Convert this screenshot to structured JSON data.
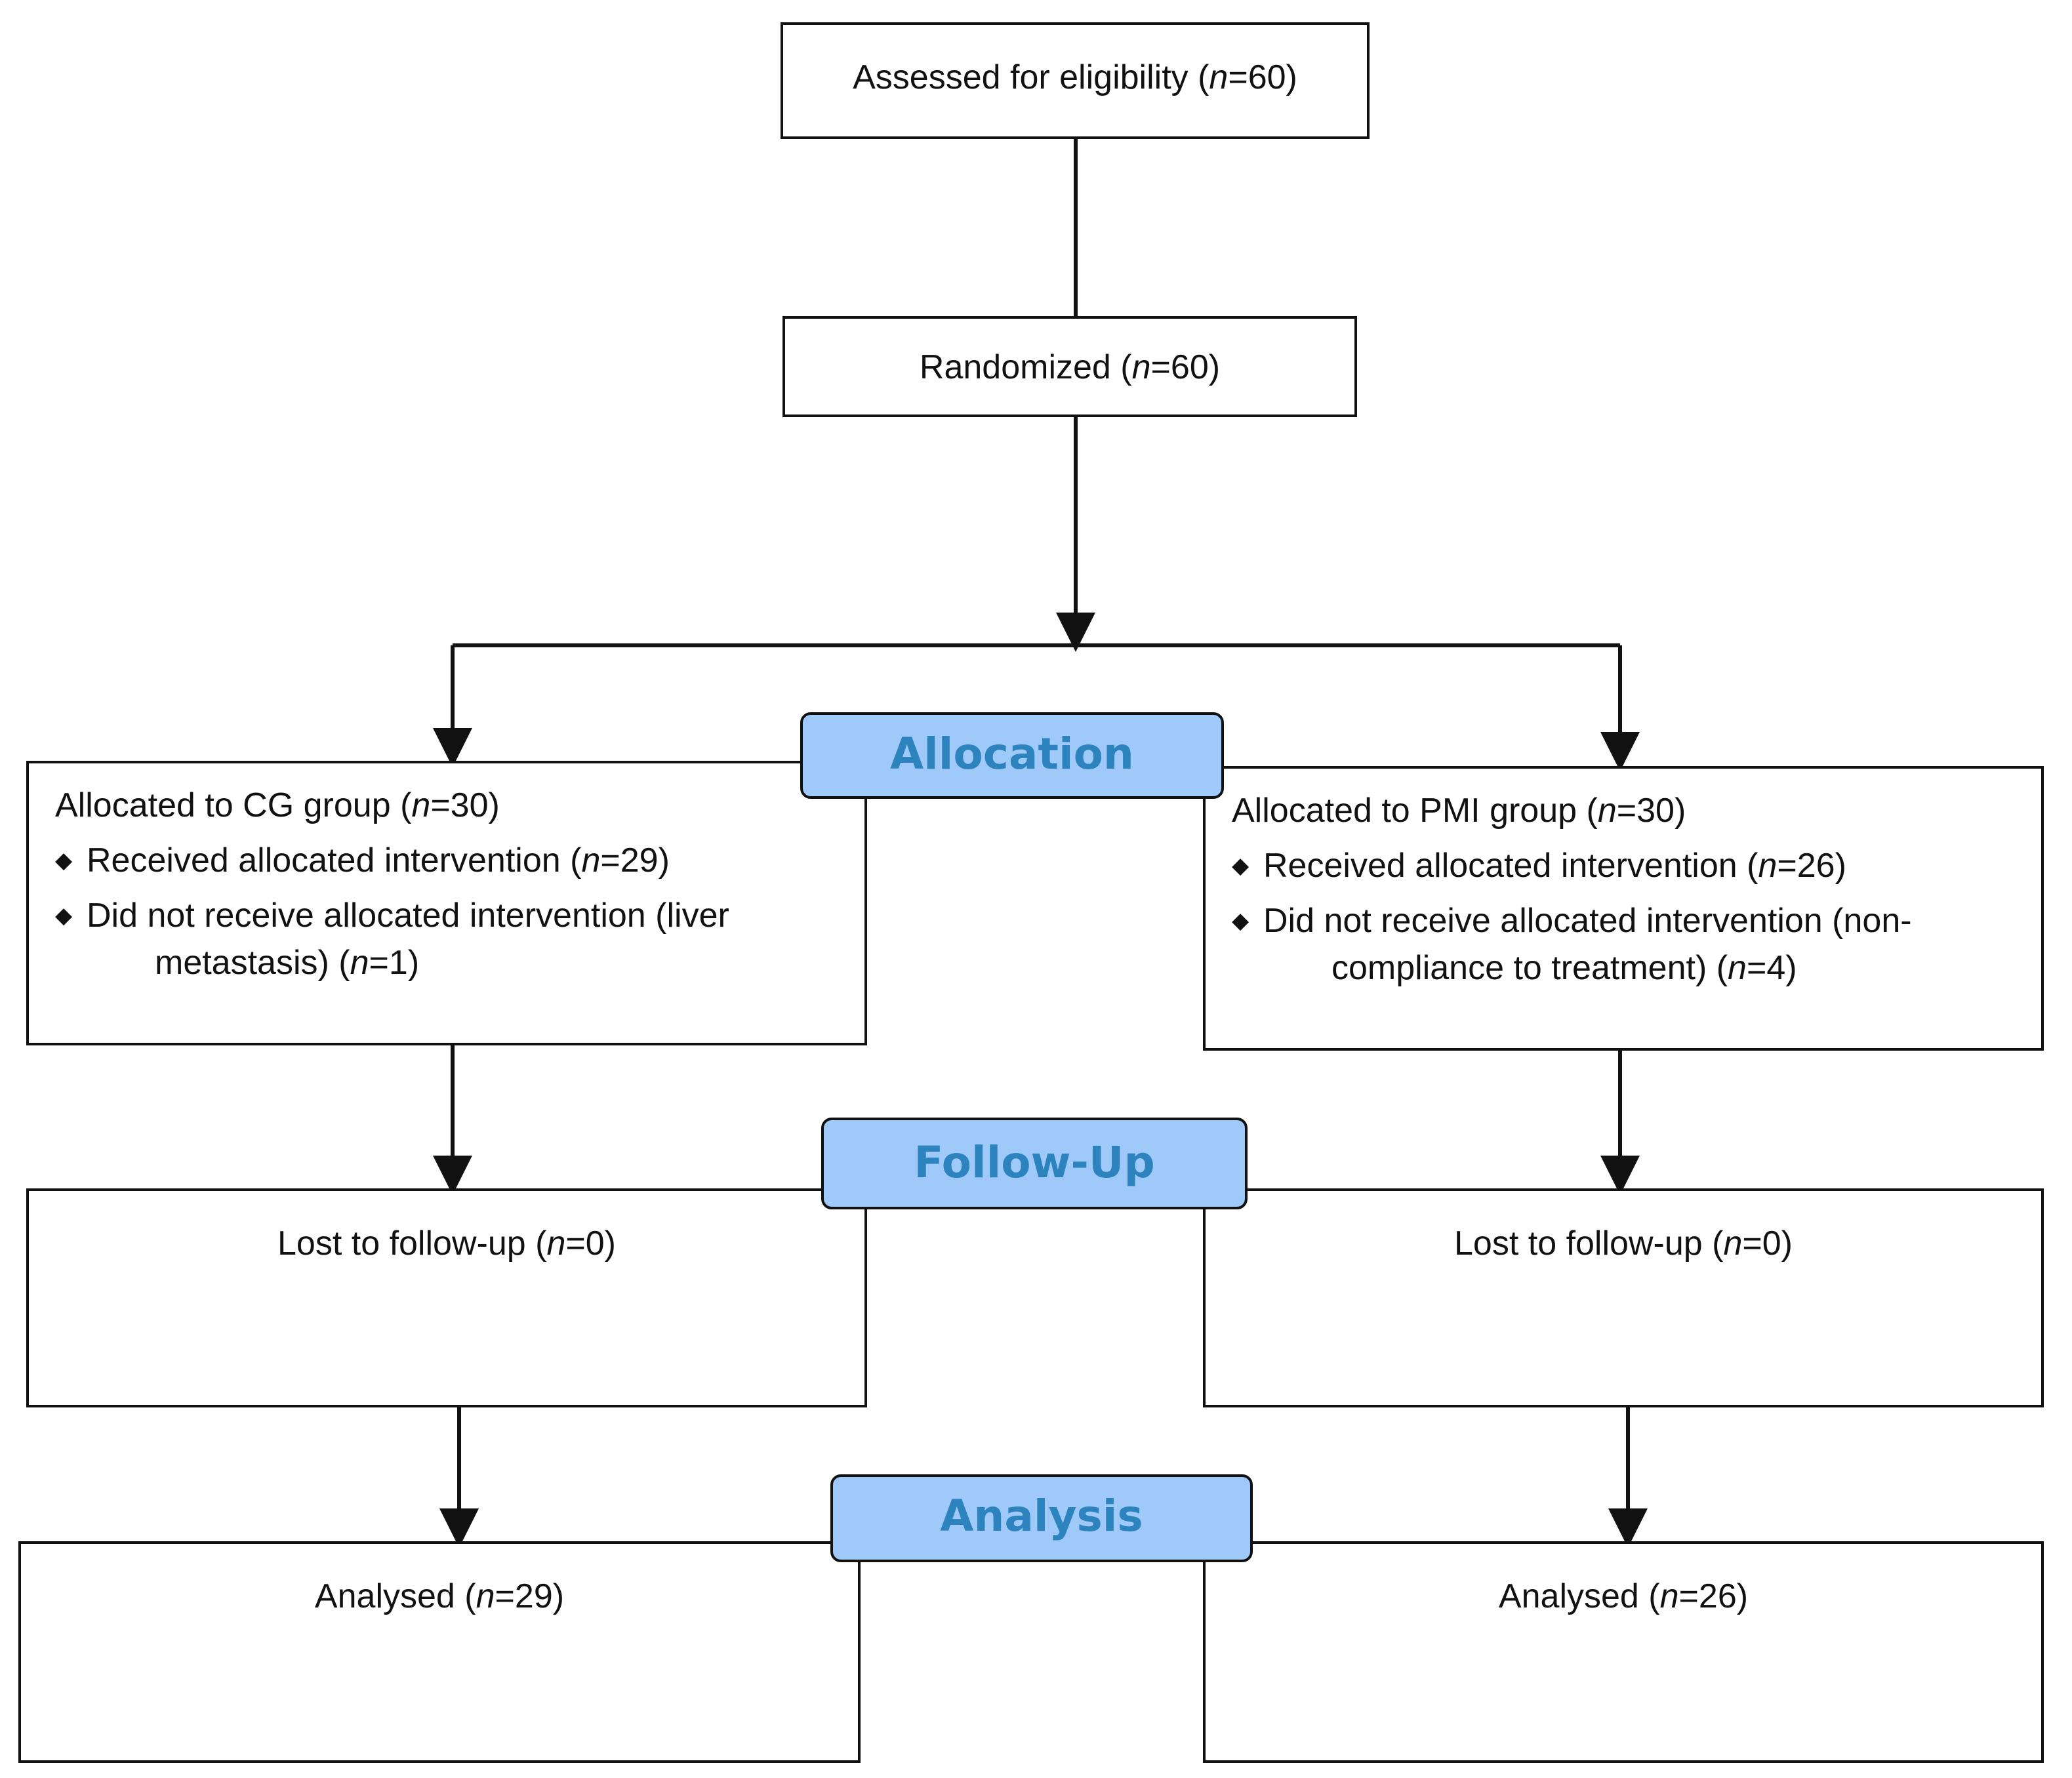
{
  "colors": {
    "stage_fill": "#9ec9f8",
    "stage_text": "#2d83bd",
    "line": "#111111"
  },
  "n_symbol": "n",
  "eligibility": {
    "text": "Assessed for eligibility (",
    "n_value": "=60)"
  },
  "randomized": {
    "text": "Randomized (",
    "n_value": "=60)"
  },
  "stages": {
    "allocation": "Allocation",
    "follow_up": "Follow-Up",
    "analysis": "Analysis"
  },
  "cg": {
    "allocated": {
      "text": "Allocated to CG group (",
      "n_value": "=30)"
    },
    "received": {
      "text": "Received allocated intervention (",
      "n_value": "=29)"
    },
    "not_received": {
      "line1": "Did not receive allocated intervention (liver",
      "line2": "metastasis) (",
      "n_value": "=1)"
    },
    "lost": {
      "text": "Lost to follow-up (",
      "n_value": "=0)"
    },
    "analysed": {
      "text": "Analysed  (",
      "n_value": "=29)"
    }
  },
  "pmi": {
    "allocated": {
      "text": "Allocated to PMI group (",
      "n_value": "=30)"
    },
    "received": {
      "text": "Received allocated intervention (",
      "n_value": "=26)"
    },
    "not_received": {
      "line1": "Did not receive allocated intervention (non-",
      "line2": "compliance to treatment) (",
      "n_value": "=4)"
    },
    "lost": {
      "text": "Lost to follow-up (",
      "n_value": "=0)"
    },
    "analysed": {
      "text": "Analysed  (",
      "n_value": "=26)"
    }
  }
}
